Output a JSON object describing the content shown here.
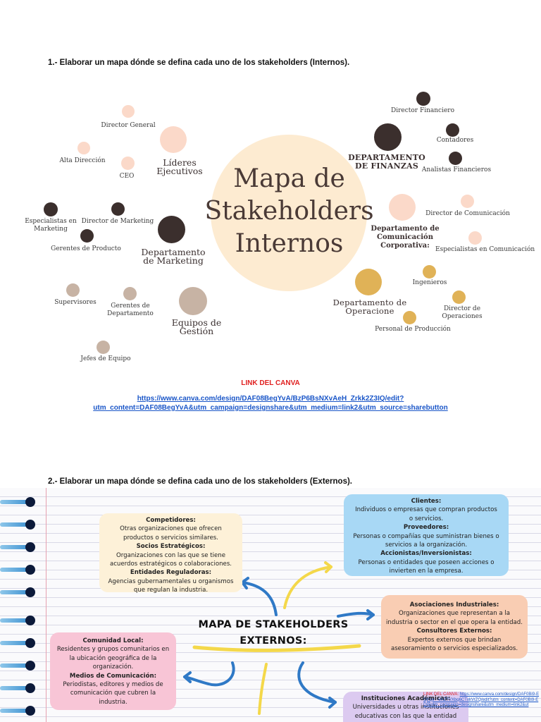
{
  "section1": {
    "heading": "1.- Elaborar un mapa dónde se defina cada uno de los stakeholders (Internos).",
    "map": {
      "title_lines": [
        "Mapa de",
        "Stakeholders",
        "Internos"
      ],
      "groups": {
        "lideres": [
          "Líderes",
          "Ejecutivos"
        ],
        "marketing": [
          "Departamento",
          "de Marketing"
        ],
        "gestion": [
          "Equipos de",
          "Gestión"
        ],
        "finanzas": [
          "DEPARTAMENTO",
          "DE FINANZAS"
        ],
        "comunicacion": [
          "Departamento de",
          "Comunicación",
          "Corporativa:"
        ],
        "operaciones": [
          "Departamento de",
          "Operacione"
        ]
      },
      "labels": {
        "director_general": "Director General",
        "alta_direccion": "Alta Dirección",
        "ceo": "CEO",
        "especialistas_marketing": [
          "Especialistas en",
          "Marketing"
        ],
        "director_marketing": "Director de Marketing",
        "gerentes_producto": "Gerentes de Producto",
        "supervisores": "Supervisores",
        "gerentes_departamento": [
          "Gerentes de",
          "Departamento"
        ],
        "jefes_equipo": "Jefes de Equipo",
        "director_financiero": "Director Financiero",
        "contadores": "Contadores",
        "analistas_financieros": "Analistas Financieros",
        "director_comunicacion": "Director de Comunicación",
        "especialistas_comunicacion": "Especialistas en Comunicación",
        "ingenieros": "Ingenieros",
        "director_operaciones": [
          "Director de",
          "Operaciones"
        ],
        "personal_produccion": "Personal de Producción"
      },
      "colors": {
        "dark": "#3b2f2d",
        "peach": "#fbd9c9",
        "gold": "#e0b257",
        "taupe": "#c7b3a4",
        "center": "#fdebd1"
      }
    },
    "link_label": "LINK DEL CANVA",
    "link_url_lines": [
      "https://www.canva.com/design/DAF08BegYvA/BzP6BsNXvAeH_Zrkk2Z3IQ/edit?",
      "utm_content=DAF08BegYvA&utm_campaign=designshare&utm_medium=link2&utm_source=sharebutton"
    ]
  },
  "section2": {
    "heading": "2.- Elaborar un mapa dónde se defina cada uno de los stakeholders (Externos).",
    "map": {
      "title_lines": [
        "MAPA DE STAKEHOLDERS",
        "EXTERNOS:"
      ],
      "competidores": {
        "t1": "Competidores:",
        "d1": [
          "Otras organizaciones que ofrecen",
          "productos o servicios similares."
        ],
        "t2": "Socios Estratégicos:",
        "d2": [
          "Organizaciones con las que se tiene",
          "acuerdos estratégicos o colaboraciones."
        ],
        "t3": "Entidades Reguladoras:",
        "d3": [
          "Agencias gubernamentales u organismos",
          "que regulan la industria."
        ]
      },
      "clientes": {
        "t1": "Clientes:",
        "d1": [
          "Individuos o empresas que compran productos",
          "o servicios."
        ],
        "t2": "Proveedores:",
        "d2": [
          "Personas o compañías que suministran bienes o",
          "servicios a la organización."
        ],
        "t3": "Accionistas/Inversionistas:",
        "d3": [
          "Personas o entidades que poseen acciones o",
          "invierten en la empresa."
        ]
      },
      "asociaciones": {
        "t1": "Asociaciones Industriales:",
        "d1": [
          "Organizaciones que representan a la",
          "industria o sector en el que opera la entidad."
        ],
        "t2": "Consultores Externos:",
        "d2": [
          "Expertos externos que brindan",
          "asesoramiento o servicios especializados."
        ]
      },
      "comunidad": {
        "t1": "Comunidad Local:",
        "d1": [
          "Residentes y grupos comunitarios en",
          "la ubicación geográfica de la",
          "organización."
        ],
        "t2": "Medios de Comunicación:",
        "d2": [
          "Periodistas, editores y medios de",
          "comunicación que cubren la",
          "industria."
        ]
      },
      "instituciones": {
        "t1": "Instituciones Académicas:",
        "d1": [
          "Universidades u otras instituciones",
          "educativas con las que la entidad"
        ]
      },
      "overlay_link": {
        "label": "LINK DEL CANVA:",
        "url": "https://www.canva.com/design/DAF0Bi9-EQI/1jv_-VAZTVXbq6CTxkVrZQ/edit?utm_content=DAF0Bi9-EQI&utm_campaign=designshare&utm_medium=link2&ut"
      },
      "colors": {
        "competidores": "#fdf1d8",
        "clientes": "#a8d8f5",
        "asociaciones": "#f9cdb3",
        "comunidad": "#f8c5d6",
        "instituciones": "#dccaf0",
        "arrow_blue": "#2f79c6",
        "arrow_yellow": "#f4d84a"
      }
    }
  }
}
